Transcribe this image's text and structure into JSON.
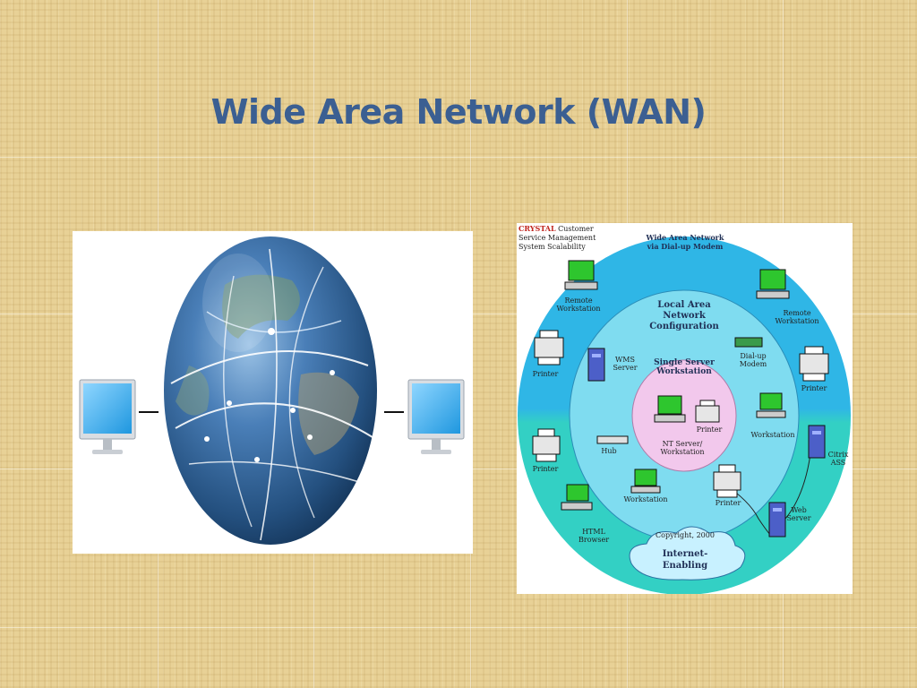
{
  "slide": {
    "title": "Wide Area Network (WAN)"
  },
  "diagram": {
    "corner_brand": "CRYSTAL",
    "corner_rest": " Customer",
    "corner_line2": "Service Management",
    "corner_line3": "System Scalability",
    "outer_ring_line1": "Wide Area Network",
    "outer_ring_line2": "via Dial-up Modem",
    "middle_ring_line1": "Local Area",
    "middle_ring_line2": "Network",
    "middle_ring_line3": "Configuration",
    "center_line1": "Single Server",
    "center_line2": "Workstation",
    "nodes": {
      "remote_workstation_left": [
        "Remote",
        "Workstation"
      ],
      "remote_workstation_right": [
        "Remote",
        "Workstation"
      ],
      "printer_outer_left": "Printer",
      "printer_outer_right": "Printer",
      "wms_server": [
        "WMS",
        "Server"
      ],
      "dialup_modem": [
        "Dial-up",
        "Modem"
      ],
      "center_printer": "Printer",
      "nt_server": [
        "NT Server/",
        "Workstation"
      ],
      "hub": "Hub",
      "workstation_right": "Workstation",
      "workstation_bottom": "Workstation",
      "printer_lower_left": "Printer",
      "printer_lower_mid": "Printer",
      "citrix": [
        "Citrix",
        "ASS"
      ],
      "web_server": [
        "Web",
        "Server"
      ],
      "html_browser": [
        "HTML",
        "Browser"
      ],
      "copyright": "Copyright, 2000",
      "internet": [
        "Internet-",
        "Enabling"
      ]
    }
  },
  "colors": {
    "title": "#3b5f92",
    "outer_ring_top": "#2fb6e6",
    "outer_ring_bottom": "#33d0c4",
    "middle_ring": "#7fdcf0",
    "center_disc": "#f2c8ec",
    "monitor": "#29a9e6",
    "globe": "#2a5a94"
  }
}
